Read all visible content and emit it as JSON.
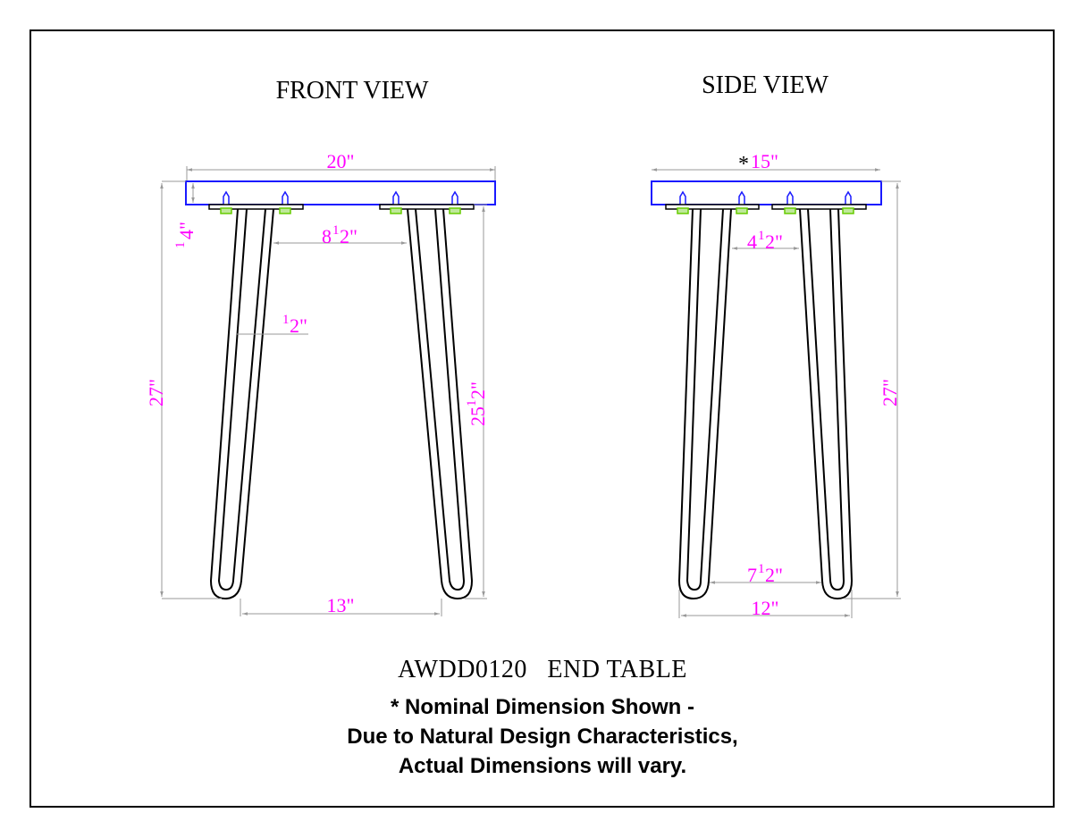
{
  "drawing": {
    "front_view_title": "FRONT VIEW",
    "side_view_title": "SIDE VIEW",
    "product_label": "AWDD0120   END TABLE",
    "notes": [
      "* Nominal Dimension Shown -",
      "Due to Natural Design Characteristics,",
      "Actual Dimensions will vary."
    ],
    "colors": {
      "dimension_text": "#ff00ff",
      "tabletop_outline": "#1a1aff",
      "nut": "#66cc00",
      "dimension_line": "#999999",
      "leg_line": "#000000"
    }
  },
  "front_view": {
    "width": "20\"",
    "top_thickness_whole": "",
    "top_thickness_num": "1",
    "top_thickness_den": "4\"",
    "inner_leg_gap_whole": "8",
    "inner_leg_gap_num": "1",
    "inner_leg_gap_den": "2\"",
    "rod_dia_num": "1",
    "rod_dia_den": "2\"",
    "overall_height": "27\"",
    "leg_height_whole": "25",
    "leg_height_num": "1",
    "leg_height_den": "2\"",
    "foot_span": "13\""
  },
  "side_view": {
    "asterisk": "*",
    "depth": "15\"",
    "inner_leg_gap_whole": "4",
    "inner_leg_gap_num": "1",
    "inner_leg_gap_den": "2\"",
    "overall_height": "27\"",
    "foot_inner_whole": "7",
    "foot_inner_num": "1",
    "foot_inner_den": "2\"",
    "foot_span": "12\""
  }
}
